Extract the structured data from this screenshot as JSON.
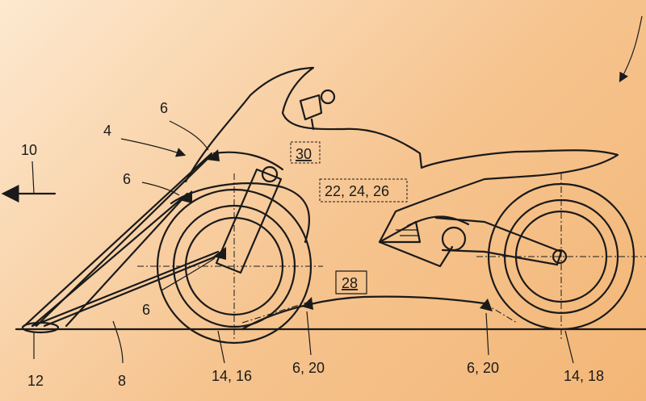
{
  "labels": {
    "l10": "10",
    "l4": "4",
    "l6a": "6",
    "l6b": "6",
    "l6c": "6",
    "l30": "30",
    "l22": "22, 24, 26",
    "l28": "28",
    "l12": "12",
    "l8": "8",
    "l1416": "14, 16",
    "l620a": "6, 20",
    "l620b": "6, 20",
    "l1418": "14, 18"
  }
}
